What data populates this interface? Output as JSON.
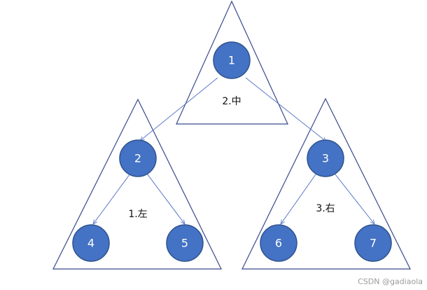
{
  "labels": {
    "middle": "2.中",
    "left": "1.左",
    "right": "3.右"
  },
  "nodes": {
    "n1": "1",
    "n2": "2",
    "n3": "3",
    "n4": "4",
    "n5": "5",
    "n6": "6",
    "n7": "7"
  },
  "watermark": "CSDN @gadiaola",
  "colors": {
    "node_fill": "#4472c4",
    "node_border": "#2f528f",
    "edge": "#5b78c9",
    "triangle": "#3a4a8c"
  }
}
